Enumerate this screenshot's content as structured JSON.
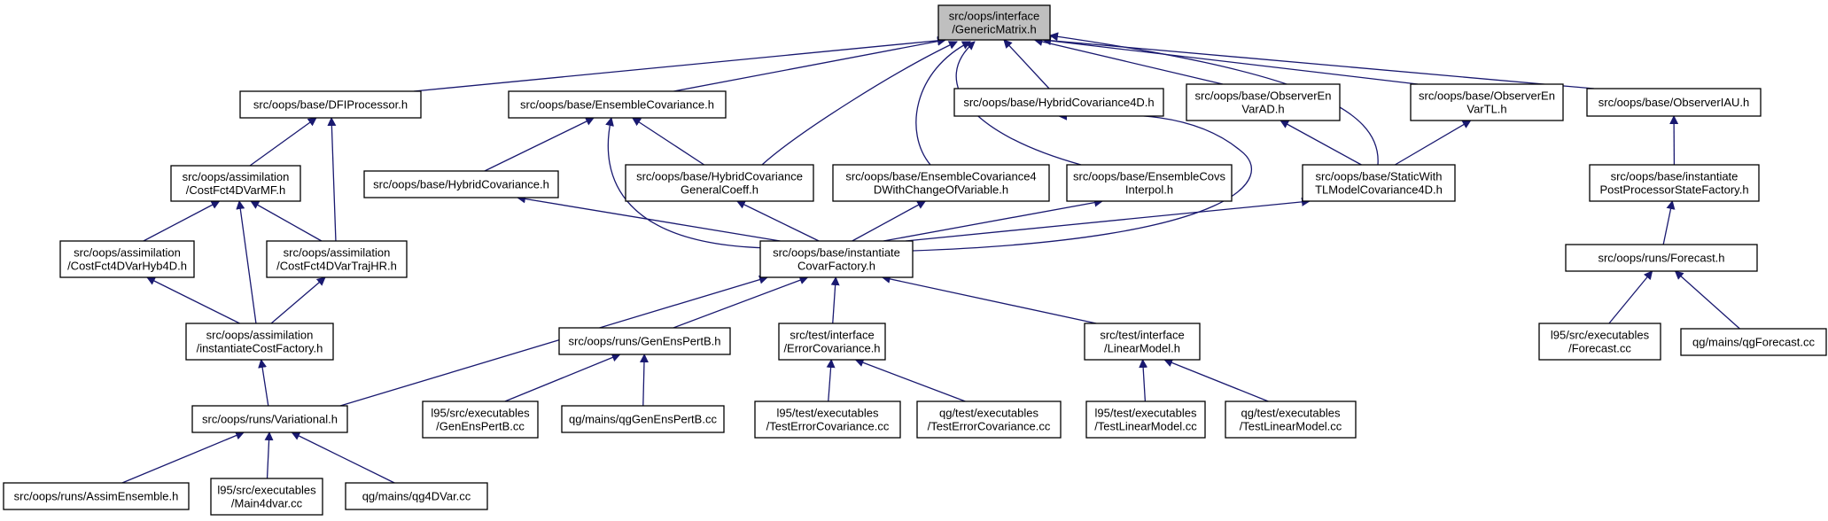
{
  "colors": {
    "edge": "#191970",
    "root_fill": "#bfbfbf",
    "node_fill": "#ffffff",
    "node_border": "#000000"
  },
  "nodes": [
    {
      "id": "gm",
      "lines": [
        "src/oops/interface",
        "/GenericMatrix.h"
      ]
    },
    {
      "id": "dfi",
      "lines": [
        "src/oops/base/DFIProcessor.h"
      ]
    },
    {
      "id": "ens",
      "lines": [
        "src/oops/base/EnsembleCovariance.h"
      ]
    },
    {
      "id": "hyb4d",
      "lines": [
        "src/oops/base/HybridCovariance4D.h"
      ]
    },
    {
      "id": "obsad",
      "lines": [
        "src/oops/base/ObserverEn",
        "VarAD.h"
      ]
    },
    {
      "id": "obstl",
      "lines": [
        "src/oops/base/ObserverEn",
        "VarTL.h"
      ]
    },
    {
      "id": "obsiau",
      "lines": [
        "src/oops/base/ObserverIAU.h"
      ]
    },
    {
      "id": "mf",
      "lines": [
        "src/oops/assimilation",
        "/CostFct4DVarMF.h"
      ]
    },
    {
      "id": "hyb",
      "lines": [
        "src/oops/base/HybridCovariance.h"
      ]
    },
    {
      "id": "hgc",
      "lines": [
        "src/oops/base/HybridCovariance",
        "GeneralCoeff.h"
      ]
    },
    {
      "id": "ens4d",
      "lines": [
        "src/oops/base/EnsembleCovariance4",
        "DWithChangeOfVariable.h"
      ]
    },
    {
      "id": "ensint",
      "lines": [
        "src/oops/base/EnsembleCovs",
        "Interpol.h"
      ]
    },
    {
      "id": "static",
      "lines": [
        "src/oops/base/StaticWith",
        "TLModelCovariance4D.h"
      ]
    },
    {
      "id": "ppsf",
      "lines": [
        "src/oops/base/instantiate",
        "PostProcessorStateFactory.h"
      ]
    },
    {
      "id": "hyb4dcf",
      "lines": [
        "src/oops/assimilation",
        "/CostFct4DVarHyb4D.h"
      ]
    },
    {
      "id": "trajhr",
      "lines": [
        "src/oops/assimilation",
        "/CostFct4DVarTrajHR.h"
      ]
    },
    {
      "id": "covf",
      "lines": [
        "src/oops/base/instantiate",
        "CovarFactory.h"
      ]
    },
    {
      "id": "fcst",
      "lines": [
        "src/oops/runs/Forecast.h"
      ]
    },
    {
      "id": "icf",
      "lines": [
        "src/oops/assimilation",
        "/instantiateCostFactory.h"
      ]
    },
    {
      "id": "genens",
      "lines": [
        "src/oops/runs/GenEnsPertB.h"
      ]
    },
    {
      "id": "errcov",
      "lines": [
        "src/test/interface",
        "/ErrorCovariance.h"
      ]
    },
    {
      "id": "linmod",
      "lines": [
        "src/test/interface",
        "/LinearModel.h"
      ]
    },
    {
      "id": "l95fc",
      "lines": [
        "l95/src/executables",
        "/Forecast.cc"
      ]
    },
    {
      "id": "qgfc",
      "lines": [
        "qg/mains/qgForecast.cc"
      ]
    },
    {
      "id": "var",
      "lines": [
        "src/oops/runs/Variational.h"
      ]
    },
    {
      "id": "l95gen",
      "lines": [
        "l95/src/executables",
        "/GenEnsPertB.cc"
      ]
    },
    {
      "id": "qggen",
      "lines": [
        "qg/mains/qgGenEnsPertB.cc"
      ]
    },
    {
      "id": "l95terr",
      "lines": [
        "l95/test/executables",
        "/TestErrorCovariance.cc"
      ]
    },
    {
      "id": "qgterr",
      "lines": [
        "qg/test/executables",
        "/TestErrorCovariance.cc"
      ]
    },
    {
      "id": "l95tlm",
      "lines": [
        "l95/test/executables",
        "/TestLinearModel.cc"
      ]
    },
    {
      "id": "qgtlm",
      "lines": [
        "qg/test/executables",
        "/TestLinearModel.cc"
      ]
    },
    {
      "id": "assim",
      "lines": [
        "src/oops/runs/AssimEnsemble.h"
      ]
    },
    {
      "id": "l95main",
      "lines": [
        "l95/src/executables",
        "/Main4dvar.cc"
      ]
    },
    {
      "id": "qg4d",
      "lines": [
        "qg/mains/qg4DVar.cc"
      ]
    }
  ]
}
